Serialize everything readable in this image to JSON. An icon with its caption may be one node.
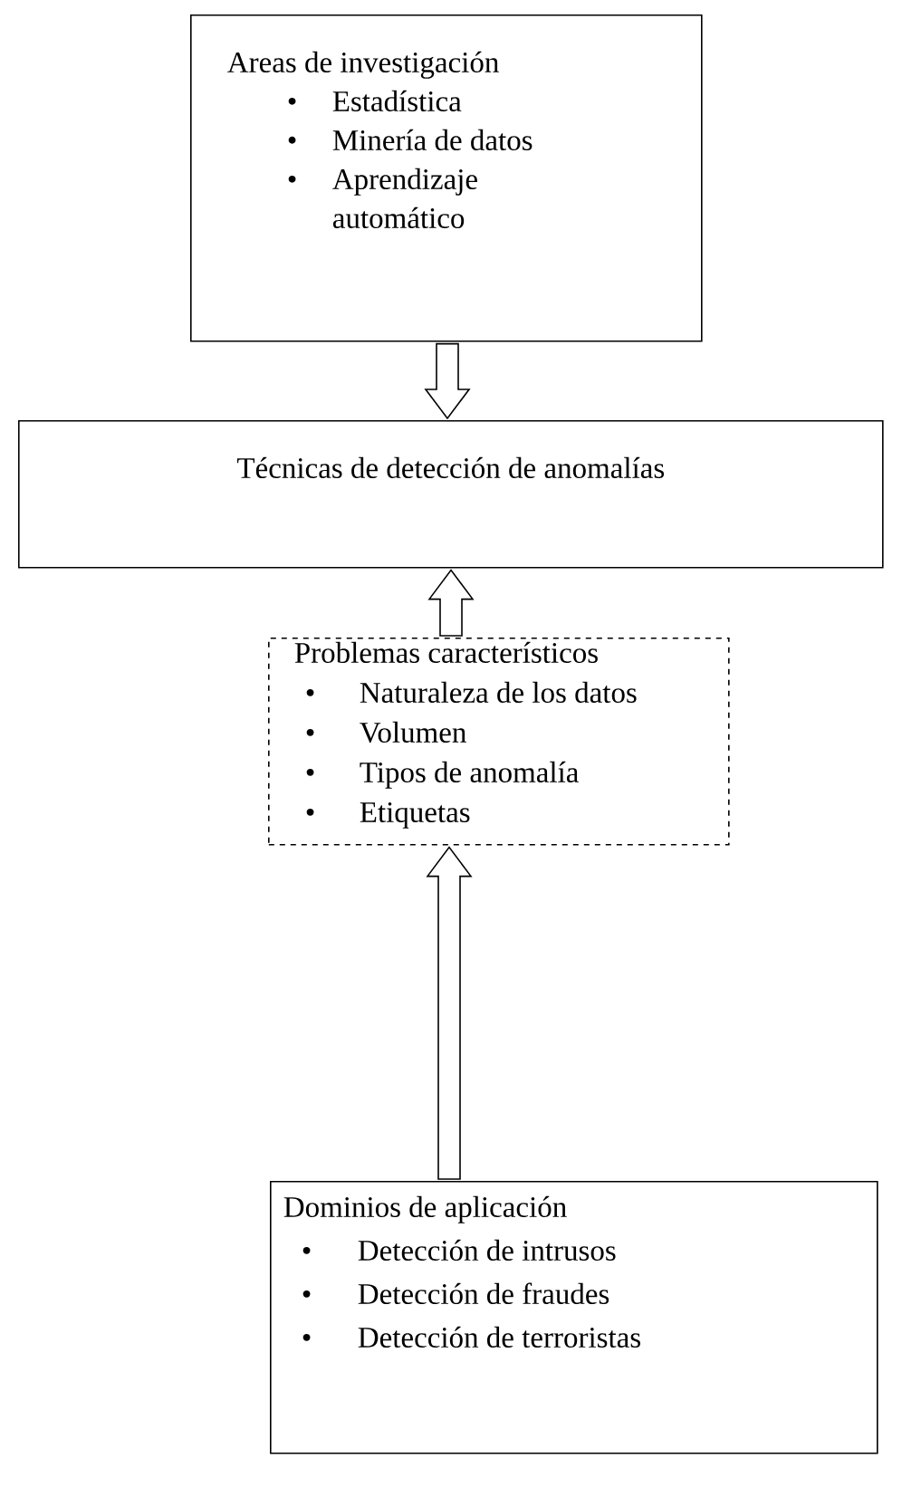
{
  "diagram": {
    "nodes": [
      {
        "text": [
          "Areas de investigación",
          "Estadística",
          "Minería de datos",
          "Aprendizaje automático"
        ]
      },
      {
        "text": [
          "Técnicas de detección de anomalías"
        ]
      },
      {
        "text": [
          "Problemas característicos",
          "Naturaleza de los datos",
          "Volumen",
          "Tipos de anomalía",
          "Etiquetas"
        ]
      },
      {
        "text": [
          "Dominios de aplicación",
          "Detección de intrusos",
          "Detección de fraudes",
          "Detección de terroristas"
        ]
      }
    ],
    "edges": [
      {
        "from": 0,
        "to": 1,
        "arrow": "to"
      },
      {
        "from": 2,
        "to": 1,
        "arrow": "to"
      },
      {
        "from": 3,
        "to": 2,
        "arrow": "to"
      }
    ],
    "labels": [
      "•",
      "•",
      "•",
      "•",
      "•",
      "•",
      "•",
      "•",
      "•",
      "•"
    ]
  }
}
